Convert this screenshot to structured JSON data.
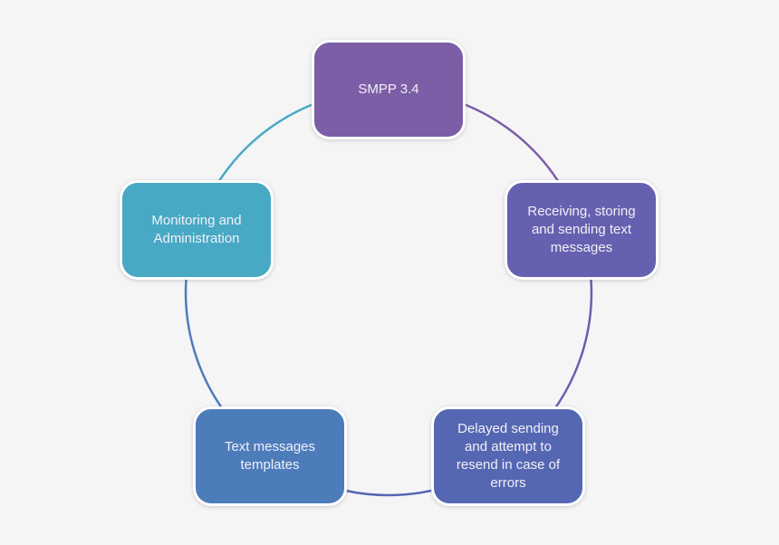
{
  "diagram": {
    "background_color": "#F5F5F6",
    "text_color": "#F2F0F7",
    "nodes": [
      {
        "id": "smpp-34",
        "label": "SMPP 3.4",
        "color": "#7B5EA6"
      },
      {
        "id": "receiving-storing",
        "label": "Receiving, storing\nand sending text\nmessages",
        "color": "#6560AF"
      },
      {
        "id": "delayed-sending",
        "label": "Delayed sending\nand attempt to\nresend in case of\nerrors",
        "color": "#5567B3"
      },
      {
        "id": "text-templates",
        "label": "Text messages\ntemplates",
        "color": "#4D7CBB"
      },
      {
        "id": "monitoring-admin",
        "label": "Monitoring and\nAdministration",
        "color": "#48A9C4"
      }
    ]
  }
}
